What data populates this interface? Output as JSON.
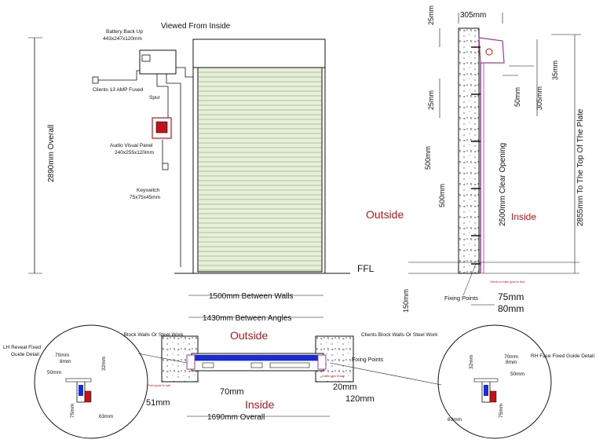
{
  "front_view": {
    "title": "Viewed From Inside",
    "overall_height": "2890mm Overall",
    "ffl": "FFL",
    "between_walls": "1500mm Between Walls",
    "between_angles": "1430mm Between Angles"
  },
  "components": {
    "battery_label": "Battery Back Up",
    "battery_size": "443x247x120mm",
    "spur_label": "Clients 13 AMP Fused",
    "spur_label2": "Spur",
    "panel_label": "Audio Visual Panel",
    "panel_size": "240x255x120mm",
    "keyswitch_label": "Keyswitch",
    "keyswitch_size": "75x75x45mm"
  },
  "section_view": {
    "top_width": "305mm",
    "dim_25_top": "25mm",
    "dim_25_mid": "25mm",
    "dim_35": "35mm",
    "dim_50": "50mm",
    "dim_305": "305mm",
    "dim_500_a": "500mm",
    "dim_500_b": "500mm",
    "clear_opening": "2500mm Clear Opening",
    "top_of_plate": "2855mm To The Top Of The Plate",
    "outside": "Outside",
    "inside": "Inside",
    "dim_150": "150mm",
    "fixing_points": "Fixing Points",
    "dim_75": "75mm",
    "dim_80": "80mm",
    "small_note": "Clients to make good to floor"
  },
  "plan_view": {
    "outside": "Outside",
    "inside": "Inside",
    "wall_left": "Clients Block Walls Or Steel Work",
    "wall_right": "Clients Block Walls Or Steel Work",
    "fixing_points": "Fixing Points",
    "dim_70": "70mm",
    "dim_20": "20mm",
    "dim_51": "51mm",
    "dim_120": "120mm",
    "overall": "1690mm Overall",
    "note_left": "Fixed guide to wall",
    "note_right": "Guide clear of wall"
  },
  "detail_left": {
    "title1": "LH Reveal Fixed",
    "title2": "Guide Detail",
    "d70": "70mm",
    "d8": "8mm",
    "d32": "32mm",
    "d50": "50mm",
    "d75": "75mm",
    "d63": "63mm"
  },
  "detail_right": {
    "title": "RH  Face Fixed Guide Detail",
    "d70": "70mm",
    "d8": "8mm",
    "d32": "32mm",
    "d50": "50mm",
    "d75": "75mm",
    "d63": "63mm"
  },
  "colors": {
    "slat_fill": "#e6f0d6",
    "outline": "#111111",
    "red_text": "#c0141b",
    "blue_guide": "#1a2bd0",
    "magenta": "#a03c9c"
  }
}
